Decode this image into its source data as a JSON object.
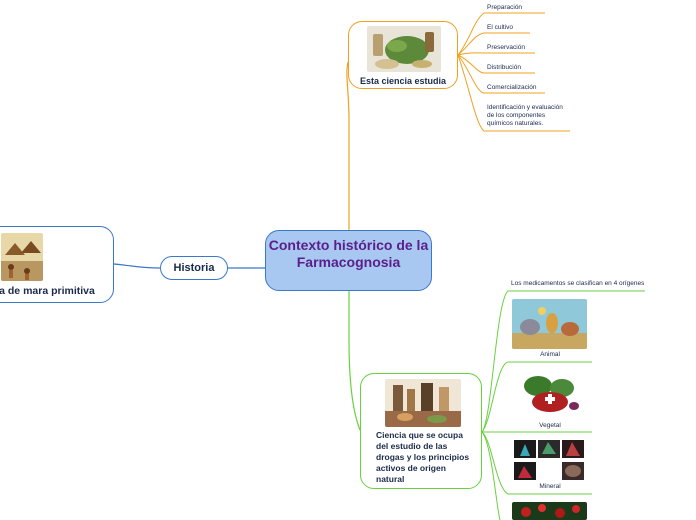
{
  "central": {
    "title": "Contexto histórico de la Farmacognosia"
  },
  "historia": {
    "label": "Historia"
  },
  "primitiva": {
    "label": "a de mara primitiva"
  },
  "estudia": {
    "label": "Esta ciencia estudia",
    "items": [
      "Preparación",
      "El cultivo",
      "Preservación",
      "Distribución",
      "Comercialización",
      "Identificación y evaluación de los componentes químicos naturales."
    ]
  },
  "ciencia": {
    "label": "Ciencia que se ocupa del estudio de las drogas y los principios activos de origen natural",
    "origins_title": "Los medicamentos se clasifican en 4 orígenes",
    "origins": [
      "Animal",
      "Vegetal",
      "Mineral"
    ]
  },
  "colors": {
    "blue": "#3a78c8",
    "orange": "#f0a020",
    "green": "#6ad040",
    "central_fill": "#a8c8f2",
    "central_text": "#5a1f8a"
  }
}
